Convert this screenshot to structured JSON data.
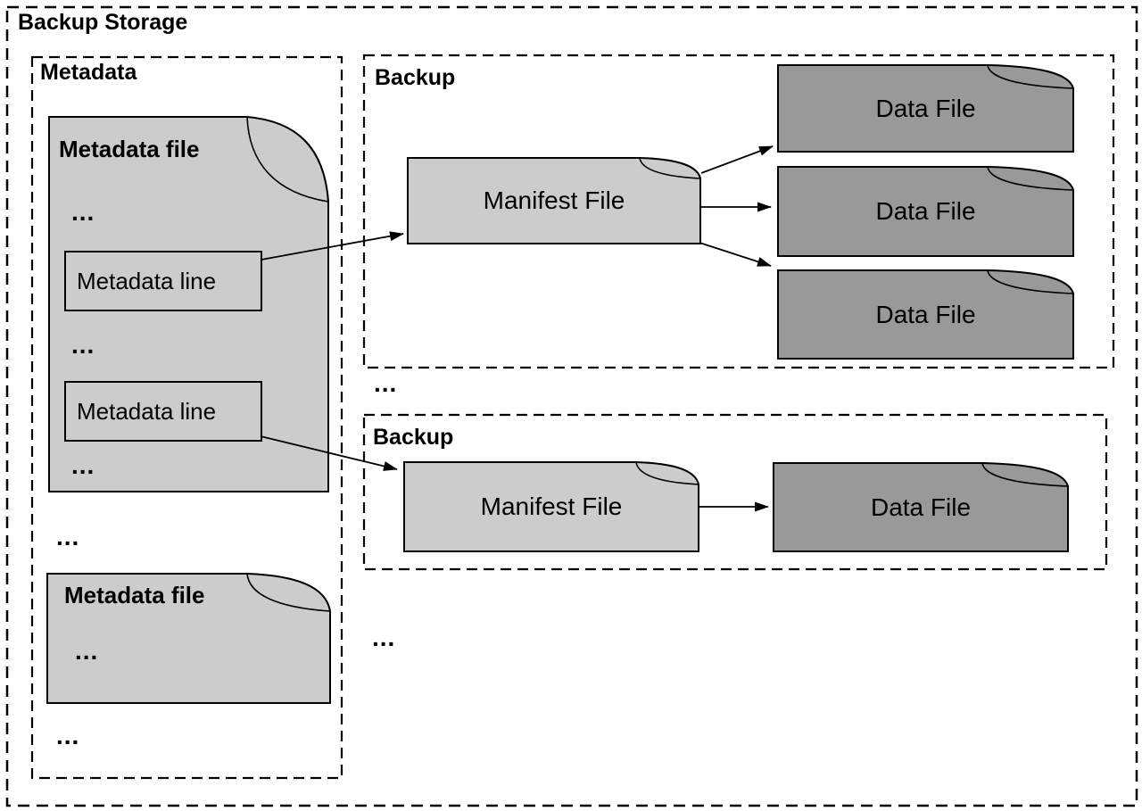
{
  "title": "Backup Storage",
  "colors": {
    "light_gray": "#cccccc",
    "dark_gray": "#999999",
    "border": "#000000",
    "background": "#ffffff"
  },
  "metadata": {
    "label": "Metadata",
    "file1": {
      "title": "Metadata file",
      "e1": "...",
      "line1": "Metadata line",
      "e2": "...",
      "line2": "Metadata line",
      "e3": "..."
    },
    "e_between": "...",
    "file2": {
      "title": "Metadata file",
      "e1": "..."
    },
    "e_after": "..."
  },
  "backups": {
    "first": {
      "label": "Backup",
      "manifest": "Manifest File",
      "data_files": [
        "Data File",
        "Data File",
        "Data File"
      ]
    },
    "e_between": "...",
    "second": {
      "label": "Backup",
      "manifest": "Manifest File",
      "data_files": [
        "Data File"
      ]
    },
    "e_after": "..."
  }
}
